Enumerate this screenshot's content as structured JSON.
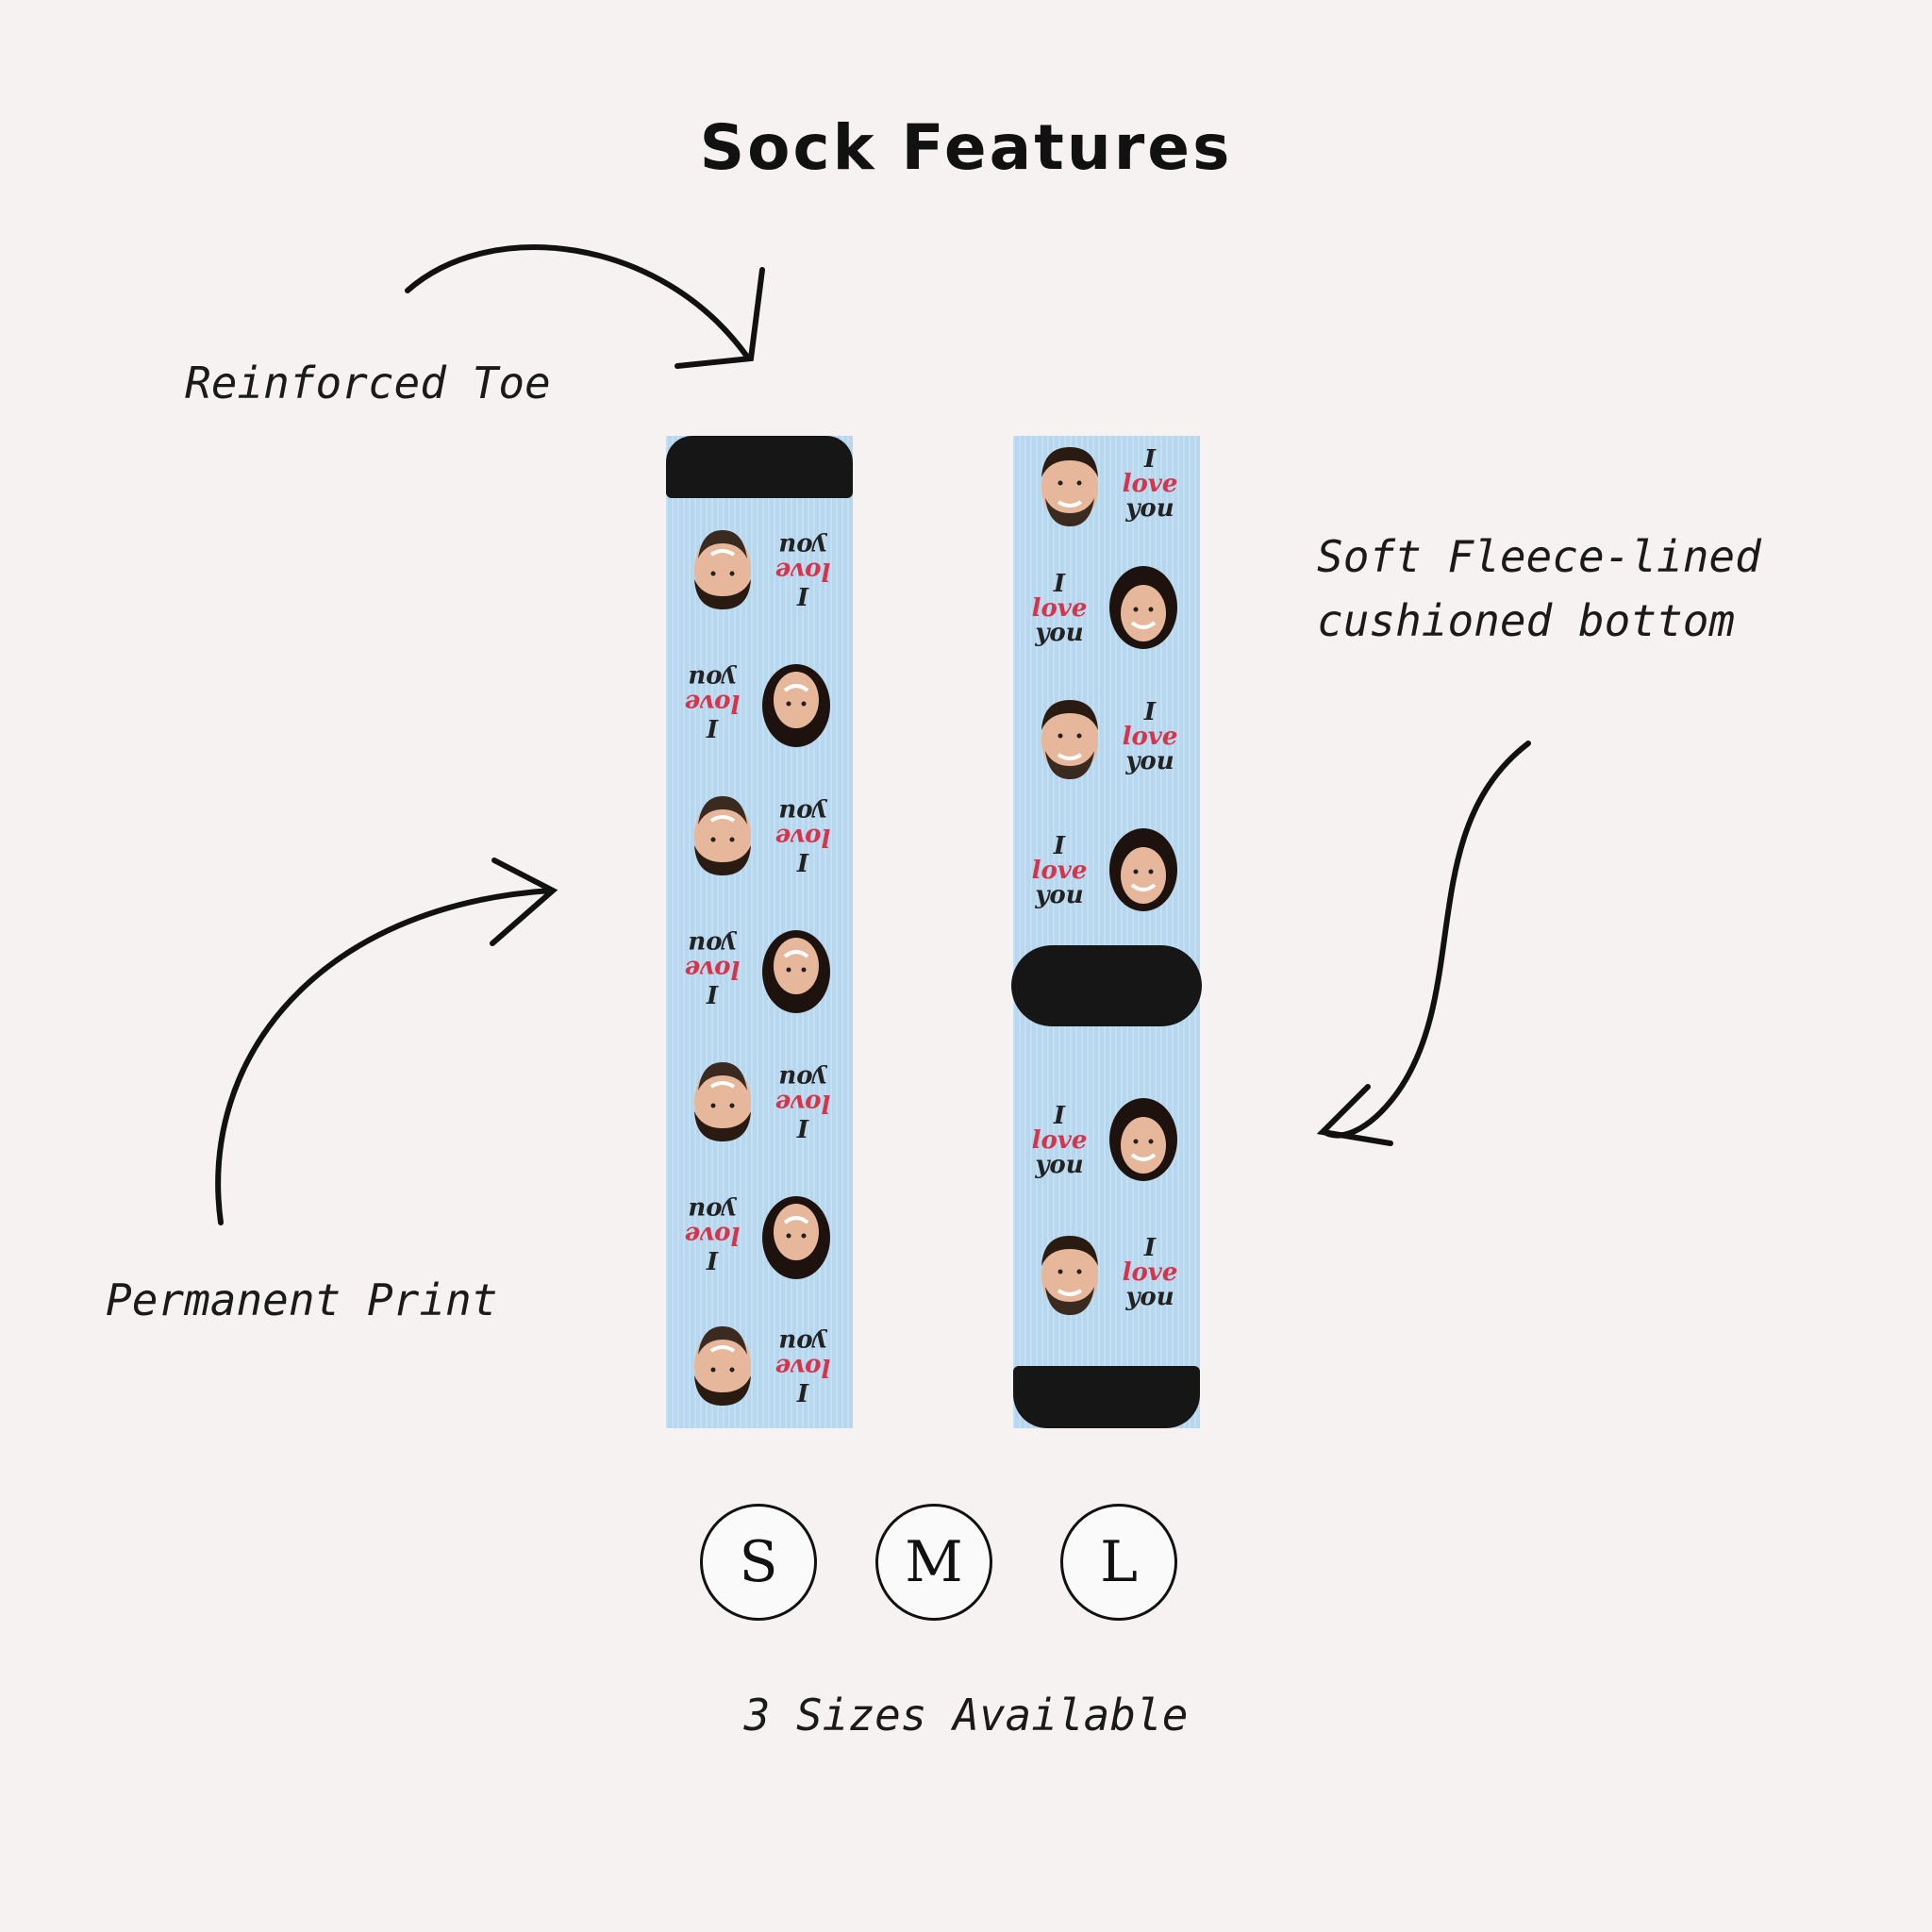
{
  "title": "Sock Features",
  "callouts": {
    "toe": "Reinforced Toe",
    "fleece_line1": "Soft Fleece-lined",
    "fleece_line2": "cushioned bottom",
    "print": "Permanent Print",
    "sizes": "3 Sizes Available"
  },
  "sizes": [
    "S",
    "M",
    "L"
  ],
  "motif_text": {
    "line1": "I",
    "line2": "love",
    "line3": "you"
  },
  "colors": {
    "background": "#f6f2f1",
    "sock": "#b7d7ef",
    "cuff": "#161616",
    "accent": "#d6344a"
  }
}
